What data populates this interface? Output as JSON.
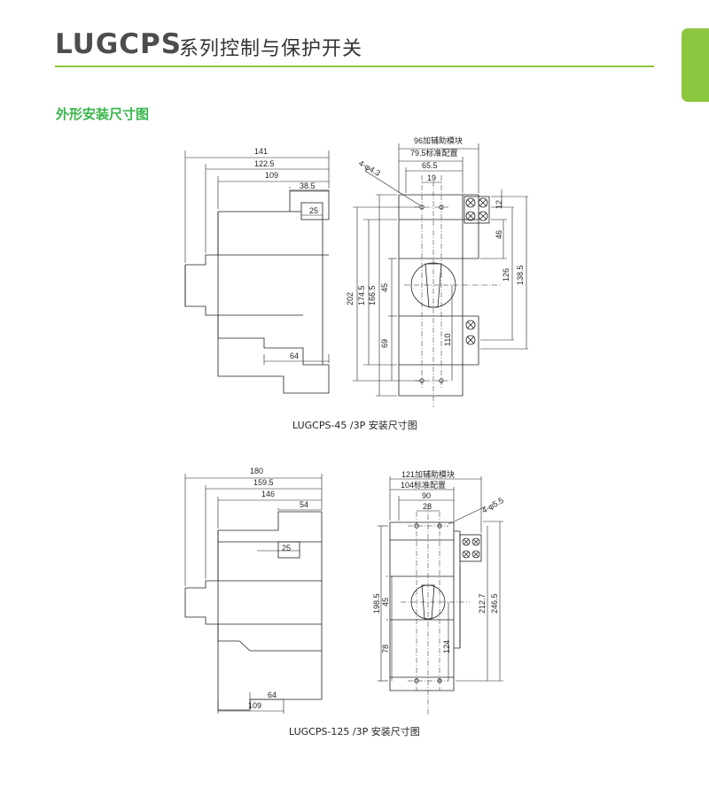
{
  "header": {
    "brand": "LUGCPS",
    "subtitle": "系列控制与保护开关",
    "section_title": "外形安装尺寸图"
  },
  "colors": {
    "accent": "#8dc63f",
    "section_text": "#39b54a",
    "line": "#231f20"
  },
  "drawing1": {
    "caption": "LUGCPS-45 /3P 安装尺寸图",
    "side": {
      "w141": "141",
      "w122_5": "122.5",
      "w109": "109",
      "w38_5": "38.5",
      "w25": "25",
      "w64": "64"
    },
    "front": {
      "aux": "96加辅助模块",
      "std": "79.5标准配置",
      "w65_5": "65.5",
      "w19": "19",
      "hole": "4-φ4.3",
      "h202": "202",
      "h174_5": "174.5",
      "h166_5": "166.5",
      "h45": "45",
      "h69": "69",
      "h110": "110",
      "h12": "12",
      "h46": "46",
      "h126": "126",
      "h138_5": "138.5"
    }
  },
  "drawing2": {
    "caption": "LUGCPS-125 /3P 安装尺寸图",
    "side": {
      "w180": "180",
      "w159_5": "159.5",
      "w146": "146",
      "w54": "54",
      "w25": "25",
      "w64": "64",
      "w109": "109"
    },
    "front": {
      "aux": "121加辅助模块",
      "std": "104标准配置",
      "w90": "90",
      "w28": "28",
      "hole": "4-φ5.5",
      "h198_5": "198.5",
      "h45": "45",
      "h78": "78",
      "h124": "124",
      "h212_7": "212.7",
      "h246_5": "246.5"
    }
  }
}
